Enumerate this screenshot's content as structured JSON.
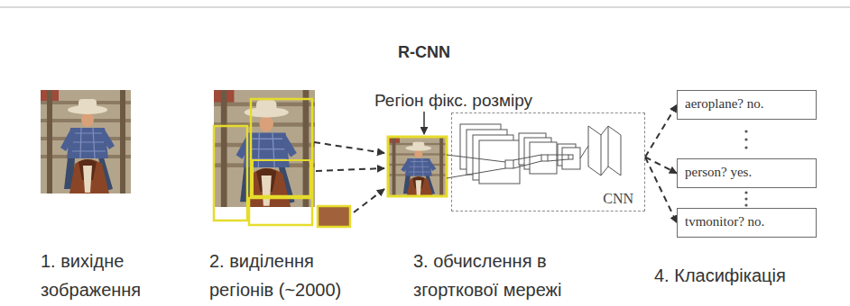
{
  "diagram": {
    "title": "R-CNN",
    "nodes": [
      {
        "text": [
          "CNN"
        ]
      },
      {
        "text": [
          "aeroplane? no."
        ]
      },
      {
        "text": [
          "person? yes."
        ]
      },
      {
        "text": [
          "tvmonitor? no."
        ]
      }
    ],
    "edges": [
      {
        "from": 0,
        "to": 1,
        "arrow": "to"
      },
      {
        "from": 0,
        "to": 2,
        "arrow": "to"
      },
      {
        "from": 0,
        "to": 3,
        "arrow": "to"
      }
    ],
    "labels": [
      "Регіон фікс. розміру",
      "1. вихідне зображення",
      "2. виділення регіонів (~2000)",
      "3. обчислення в згорткової мережі",
      "4. Класифікація"
    ]
  }
}
